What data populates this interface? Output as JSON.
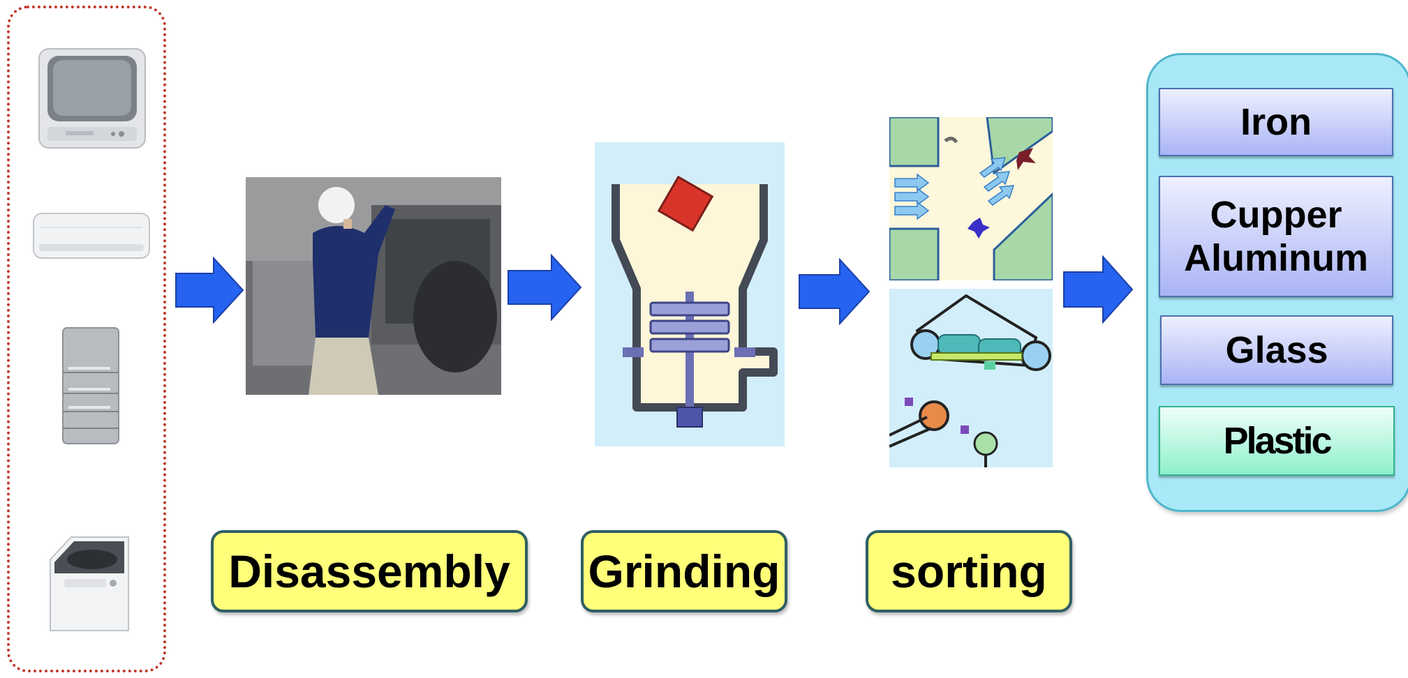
{
  "appliances": [
    {
      "name": "television"
    },
    {
      "name": "air-conditioner"
    },
    {
      "name": "refrigerator"
    },
    {
      "name": "washing-machine"
    }
  ],
  "process_labels": {
    "disassembly": "Disassembly",
    "grinding": "Grinding",
    "sorting": "sorting"
  },
  "materials": {
    "iron": "Iron",
    "copper_line1": "Cupper",
    "copper_line2": "Aluminum",
    "glass": "Glass",
    "plastic": "Plastic"
  },
  "colors": {
    "arrow": "#2563f0",
    "label_bg": "#ffff7a",
    "label_border": "#2f5f63",
    "panel_bg": "#a9e9f7",
    "dotted_border": "#c0392b"
  }
}
